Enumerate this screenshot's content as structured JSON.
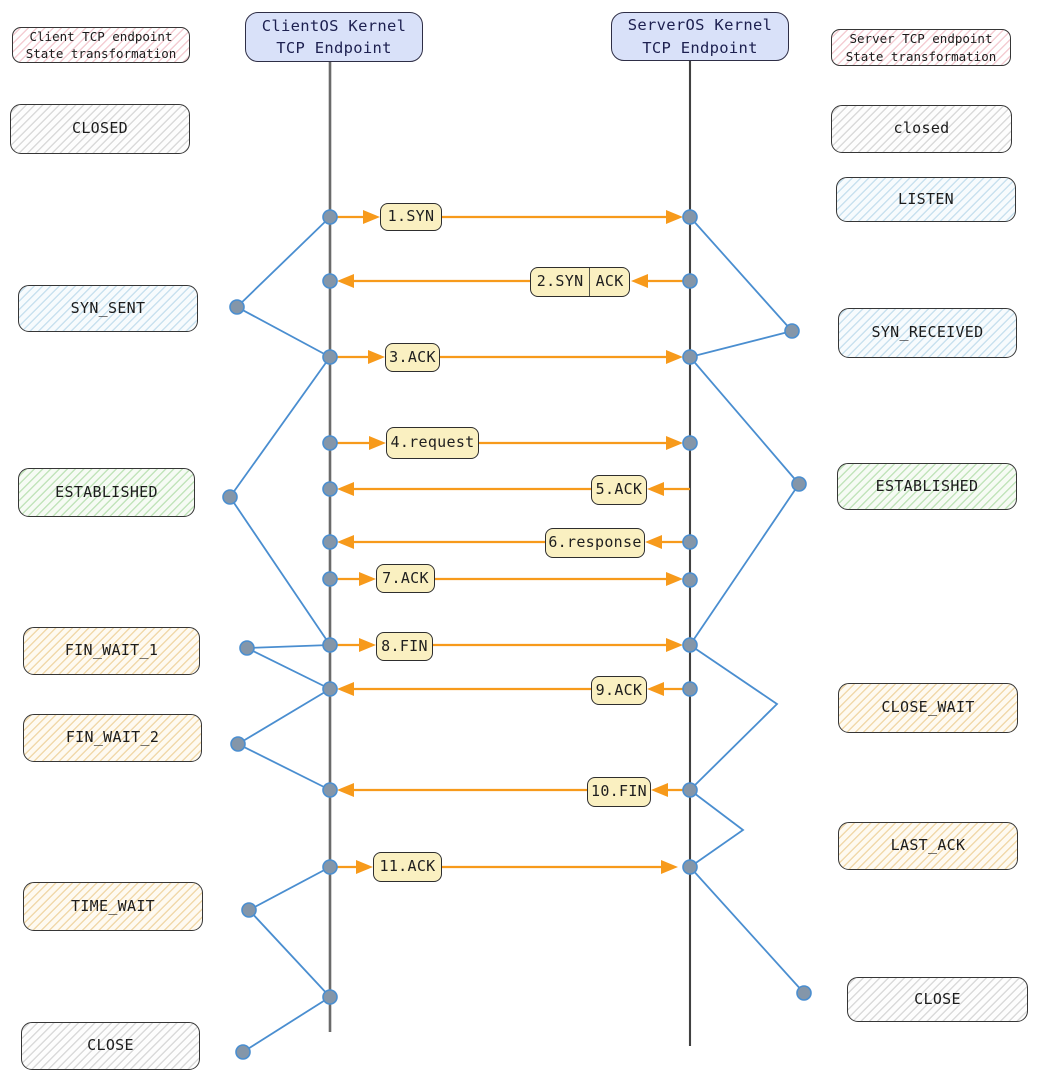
{
  "diagram": {
    "legend_left": {
      "line1": "Client TCP endpoint",
      "line2": "State transformation"
    },
    "legend_right": {
      "line1": "Server TCP endpoint",
      "line2": "State transformation"
    },
    "endpoints": {
      "client": {
        "line1": "ClientOS Kernel",
        "line2": "TCP Endpoint"
      },
      "server": {
        "line1": "ServerOS Kernel",
        "line2": "TCP Endpoint"
      }
    },
    "client_states": [
      {
        "label": "CLOSED",
        "style": "gray"
      },
      {
        "label": "SYN_SENT",
        "style": "blue"
      },
      {
        "label": "ESTABLISHED",
        "style": "green"
      },
      {
        "label": "FIN_WAIT_1",
        "style": "tan"
      },
      {
        "label": "FIN_WAIT_2",
        "style": "tan"
      },
      {
        "label": "TIME_WAIT",
        "style": "tan"
      },
      {
        "label": "CLOSE",
        "style": "gray"
      }
    ],
    "server_states": [
      {
        "label": "closed",
        "style": "gray"
      },
      {
        "label": "LISTEN",
        "style": "blue"
      },
      {
        "label": "SYN_RECEIVED",
        "style": "blue"
      },
      {
        "label": "ESTABLISHED",
        "style": "green"
      },
      {
        "label": "CLOSE_WAIT",
        "style": "tan"
      },
      {
        "label": "LAST_ACK",
        "style": "tan"
      },
      {
        "label": "CLOSE",
        "style": "gray"
      }
    ],
    "messages": [
      {
        "label": "1.SYN",
        "direction": "client-to-server"
      },
      {
        "label": "2.SYN",
        "label2": "ACK",
        "direction": "server-to-client"
      },
      {
        "label": "3.ACK",
        "direction": "client-to-server"
      },
      {
        "label": "4.request",
        "direction": "client-to-server"
      },
      {
        "label": "5.ACK",
        "direction": "server-to-client"
      },
      {
        "label": "6.response",
        "direction": "server-to-client"
      },
      {
        "label": "7.ACK",
        "direction": "client-to-server"
      },
      {
        "label": "8.FIN",
        "direction": "client-to-server"
      },
      {
        "label": "9.ACK",
        "direction": "server-to-client"
      },
      {
        "label": "10.FIN",
        "direction": "server-to-client"
      },
      {
        "label": "11.ACK",
        "direction": "client-to-server"
      }
    ],
    "colors": {
      "message_fill": "#faf0c1",
      "message_arrow_orange": "#f79a1b",
      "endpoint_fill": "#d9e1f9",
      "connector_blue": "#4a8ed0",
      "event_dot_fill": "#8496a9",
      "lifeline_gray": "#5f5f5f"
    }
  }
}
